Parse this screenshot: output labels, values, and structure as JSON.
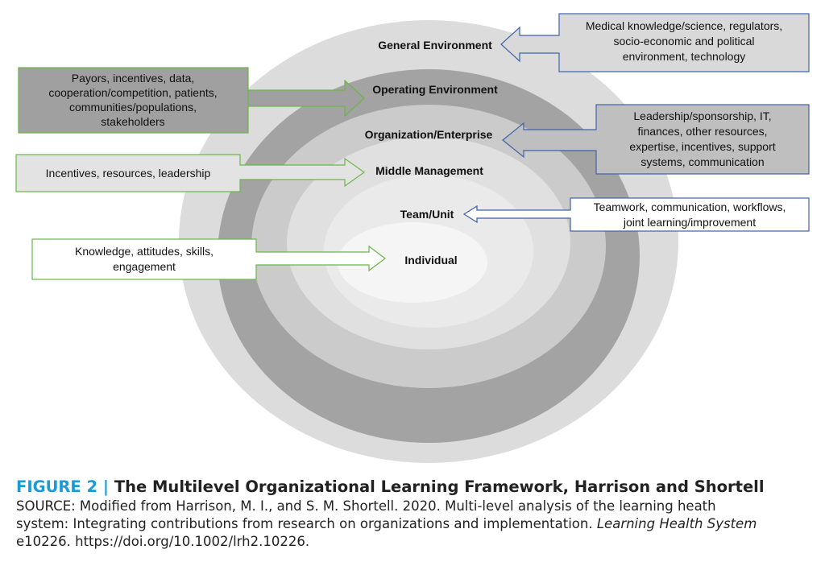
{
  "figure": {
    "levels": [
      {
        "id": "general",
        "label": "General Environment",
        "fill": "#dcdcdc"
      },
      {
        "id": "operating",
        "label": "Operating Environment",
        "fill": "#a3a3a3"
      },
      {
        "id": "organization",
        "label": "Organization/Enterprise",
        "fill": "#cbcbcb"
      },
      {
        "id": "middle",
        "label": "Middle Management",
        "fill": "#e0e0e0"
      },
      {
        "id": "team",
        "label": "Team/Unit",
        "fill": "#eaeaea"
      },
      {
        "id": "individual",
        "label": "Individual",
        "fill": "#f5f5f5"
      }
    ],
    "left_boxes": [
      {
        "id": "operating",
        "lines": [
          "Payors, incentives, data,",
          "cooperation/competition, patients,",
          "communities/populations,",
          "stakeholders"
        ],
        "fill": "#a0a0a0",
        "border": "#6cb54a"
      },
      {
        "id": "middle",
        "lines": [
          "Incentives, resources, leadership"
        ],
        "fill": "#e3e3e3",
        "border": "#6cb54a"
      },
      {
        "id": "individual",
        "lines": [
          "Knowledge, attitudes, skills,",
          "engagement"
        ],
        "fill": "#ffffff",
        "border": "#6cb54a"
      }
    ],
    "right_boxes": [
      {
        "id": "general",
        "lines": [
          "Medical knowledge/science, regulators,",
          "socio-economic and political",
          "environment, technology"
        ],
        "fill": "#d9d9d9",
        "border": "#3f62a8"
      },
      {
        "id": "organization",
        "lines": [
          "Leadership/sponsorship, IT,",
          "finances, other resources,",
          "expertise, incentives, support",
          "systems, communication"
        ],
        "fill": "#bfbfbf",
        "border": "#3f62a8"
      },
      {
        "id": "team",
        "lines": [
          "Teamwork, communication, workflows,",
          "joint learning/improvement"
        ],
        "fill": "#ffffff",
        "border": "#3f62a8"
      }
    ]
  },
  "caption": {
    "label": "FIGURE 2 |",
    "title": "The Multilevel Organizational Learning Framework, Harrison and Shortell",
    "source_lines": [
      "SOURCE: Modified from Harrison, M. I., and S. M. Shortell. 2020. Multi-level analysis of the learning heath",
      "system: Integrating contributions from research on organizations and implementation. ",
      "e10226. https://doi.org/10.1002/lrh2.10226."
    ],
    "journal": "Learning Health System",
    "colors": {
      "label": "#1b9ad6",
      "text": "#222222"
    }
  }
}
